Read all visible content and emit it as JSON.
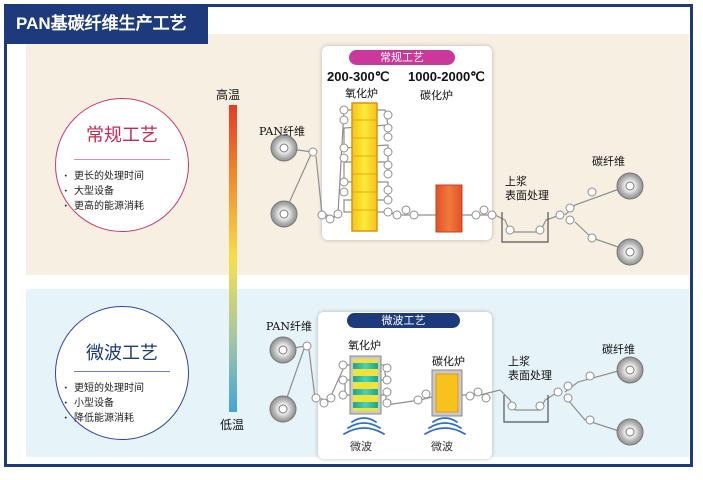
{
  "title": "PAN基碳纤维生产工艺",
  "temperature_scale": {
    "high": "高温",
    "low": "低温"
  },
  "conventional": {
    "name": "常规工艺",
    "features": [
      "更长的处理时间",
      "大型设备",
      "更高的能源消耗"
    ],
    "tag": "常规工艺",
    "oxidation_temp": "200-300℃",
    "carbonization_temp": "1000-2000℃",
    "oxidation_label": "氧化炉",
    "carbonization_label": "碳化炉",
    "input_label": "PAN纤维",
    "sizing_label_1": "上浆",
    "sizing_label_2": "表面处理",
    "output_label": "碳纤维"
  },
  "microwave": {
    "name": "微波工艺",
    "features": [
      "更短的处理时间",
      "小型设备",
      "降低能源消耗"
    ],
    "tag": "微波工艺",
    "oxidation_label": "氧化炉",
    "carbonization_label": "碳化炉",
    "microwave_label_1": "微波",
    "microwave_label_2": "微波",
    "input_label": "PAN纤维",
    "sizing_label_1": "上浆",
    "sizing_label_2": "表面处理",
    "output_label": "碳纤维"
  },
  "colors": {
    "frame": "#1d3a7c",
    "conventional_accent": "#c42a4f",
    "microwave_accent": "#1d3a7c",
    "tag_conventional": "#c9389a",
    "furnace_orange": "#e4502a",
    "furnace_yellow": "#f7d21b"
  }
}
